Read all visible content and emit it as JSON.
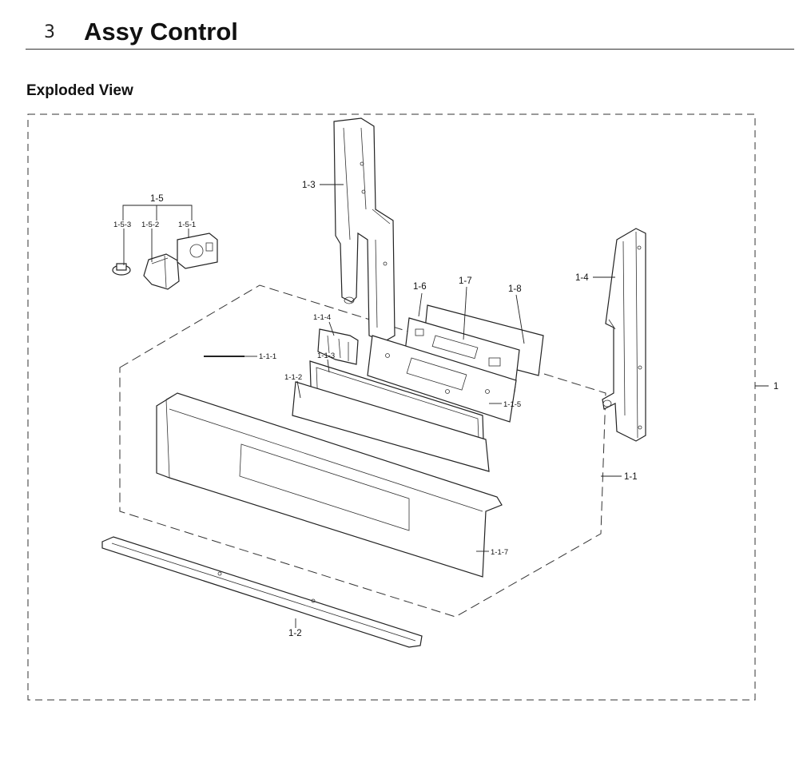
{
  "section": {
    "number": "3",
    "title": "Assy Control"
  },
  "subtitle": "Exploded View",
  "labels": {
    "p1": "1",
    "p1_1": "1-1",
    "p1_1_1": "1-1-1",
    "p1_1_2": "1-1-2",
    "p1_1_3": "1-1-3",
    "p1_1_4": "1-1-4",
    "p1_1_5": "1-1-5",
    "p1_1_7": "1-1-7",
    "p1_2": "1-2",
    "p1_3": "1-3",
    "p1_4": "1-4",
    "p1_5": "1-5",
    "p1_5_1": "1-5-1",
    "p1_5_2": "1-5-2",
    "p1_5_3": "1-5-3",
    "p1_6": "1-6",
    "p1_7": "1-7",
    "p1_8": "1-8"
  }
}
